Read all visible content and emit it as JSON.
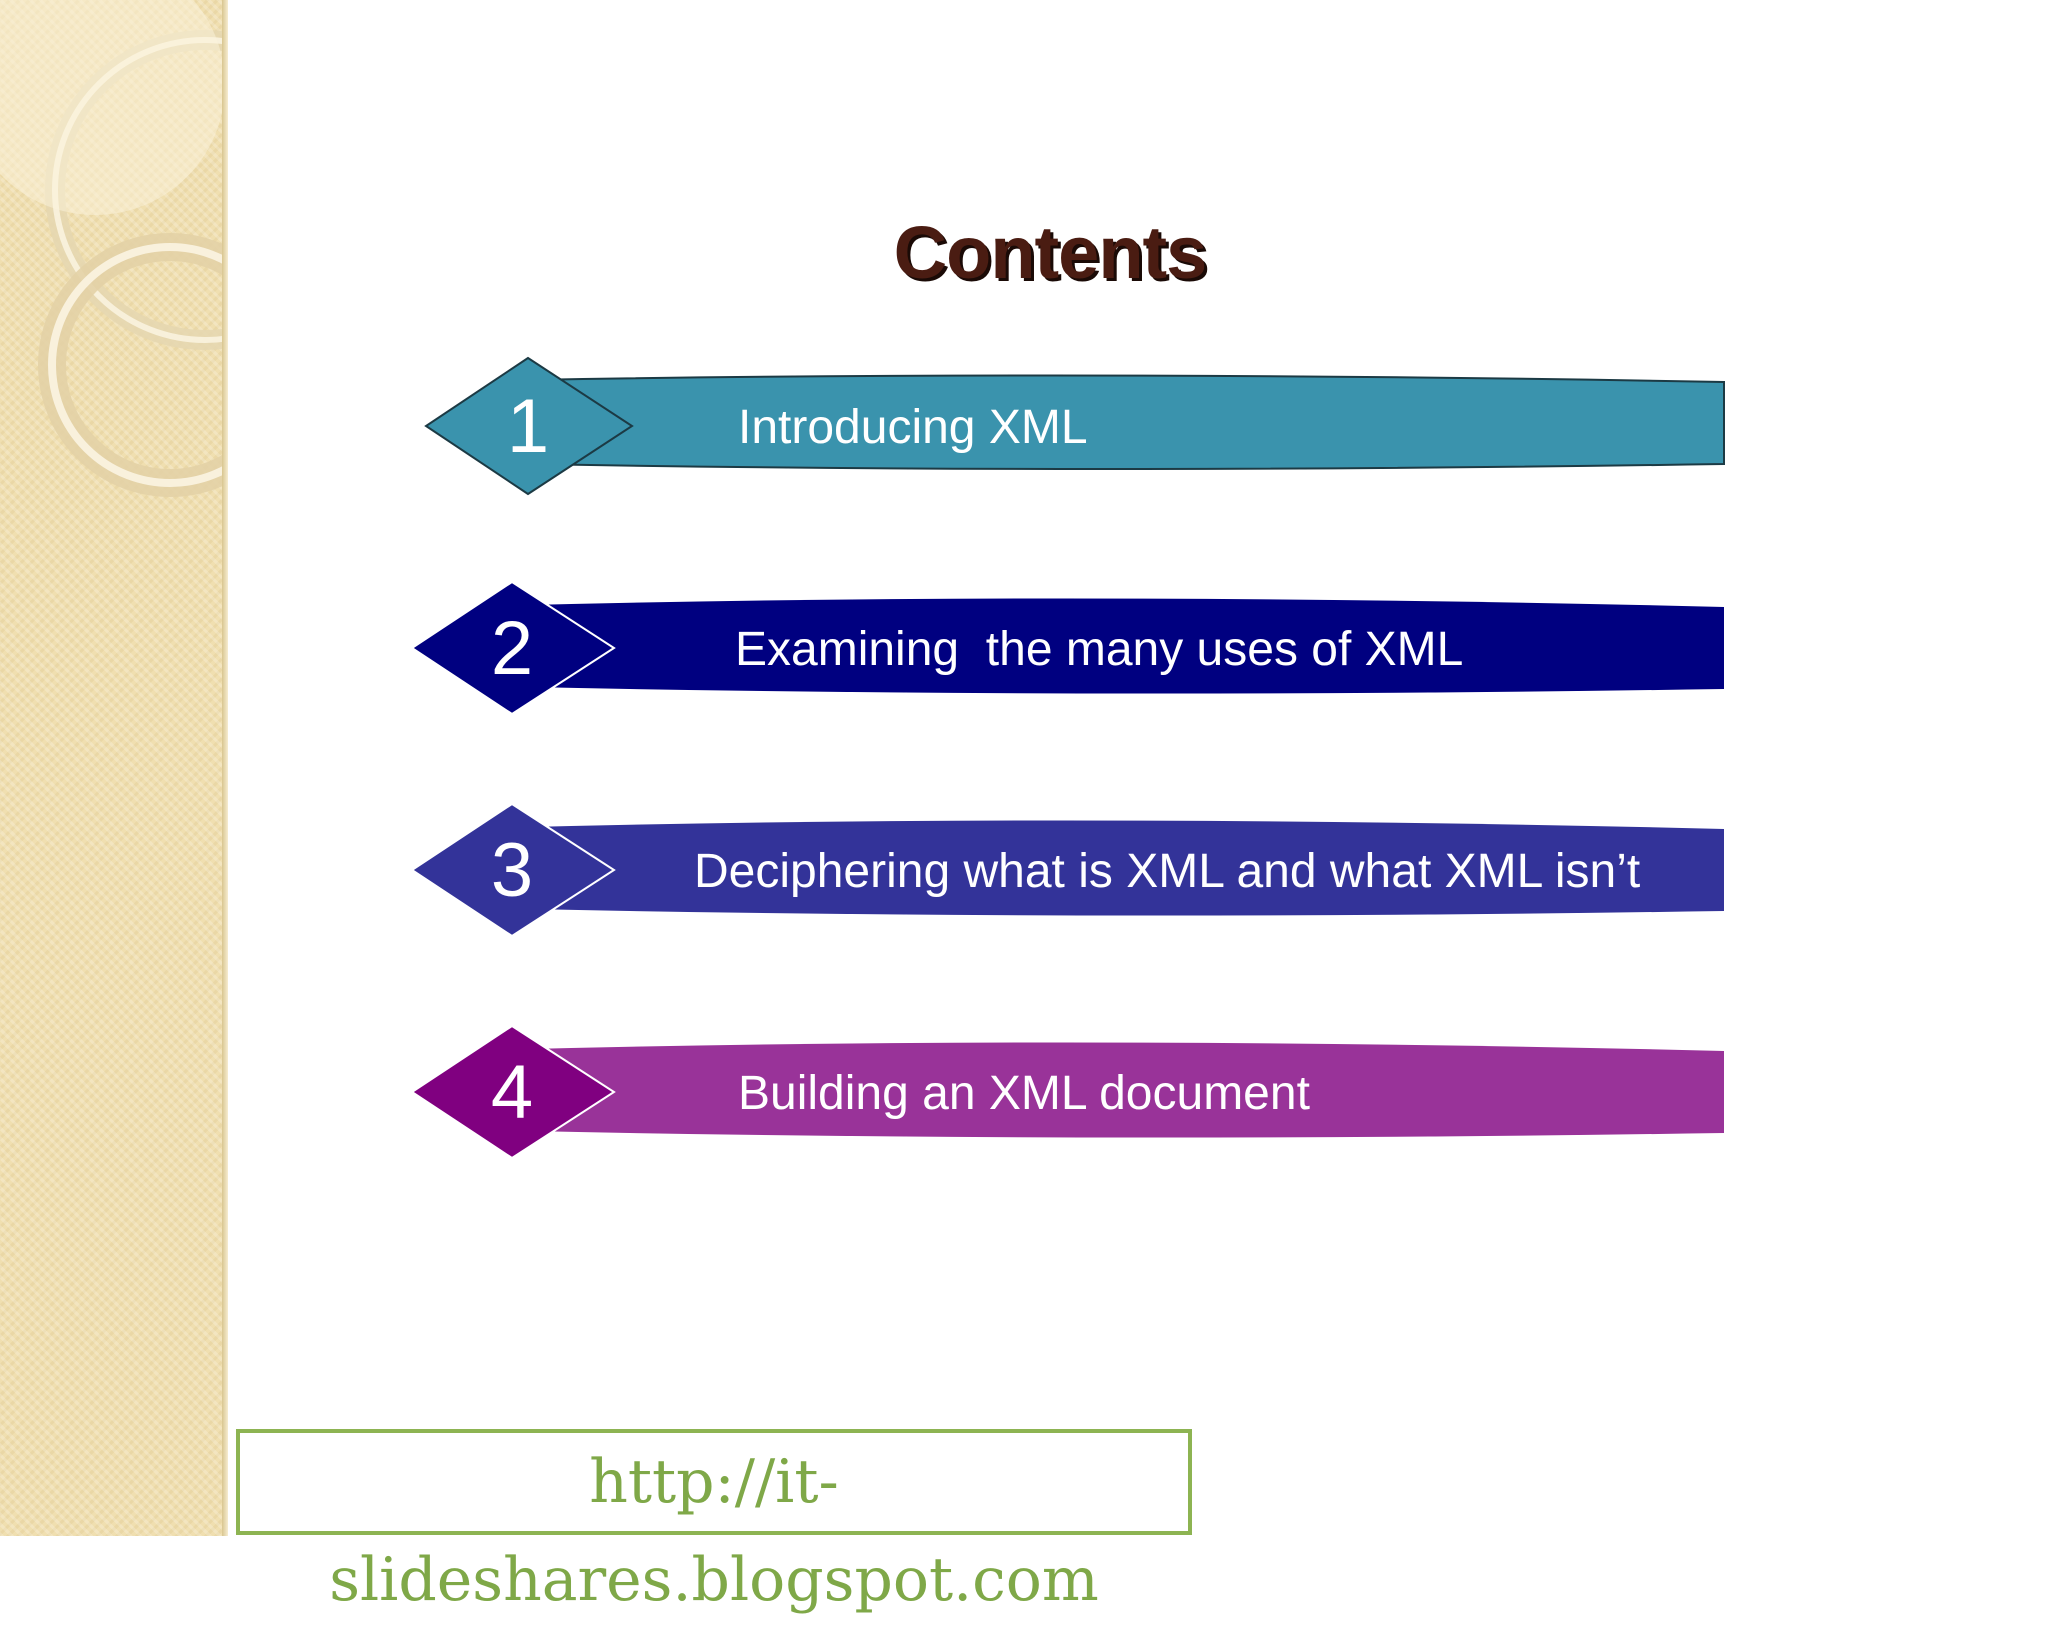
{
  "slide": {
    "title": "Contents",
    "footer_url": "http://it-slideshares.blogspot.com"
  },
  "items": [
    {
      "number": "1",
      "label": "Introducing XML",
      "color": "#3a93ad"
    },
    {
      "number": "2",
      "label": "Examining  the many uses of XML",
      "color": "#000080"
    },
    {
      "number": "3",
      "label": "Deciphering what is XML and what XML isn’t",
      "color": "#333399"
    },
    {
      "number": "4",
      "label": "Building an XML document",
      "color": "#993399"
    }
  ],
  "theme": {
    "sidebar_color": "#f0dfb0",
    "title_color": "#4a1c12",
    "url_color": "#7fa848"
  }
}
